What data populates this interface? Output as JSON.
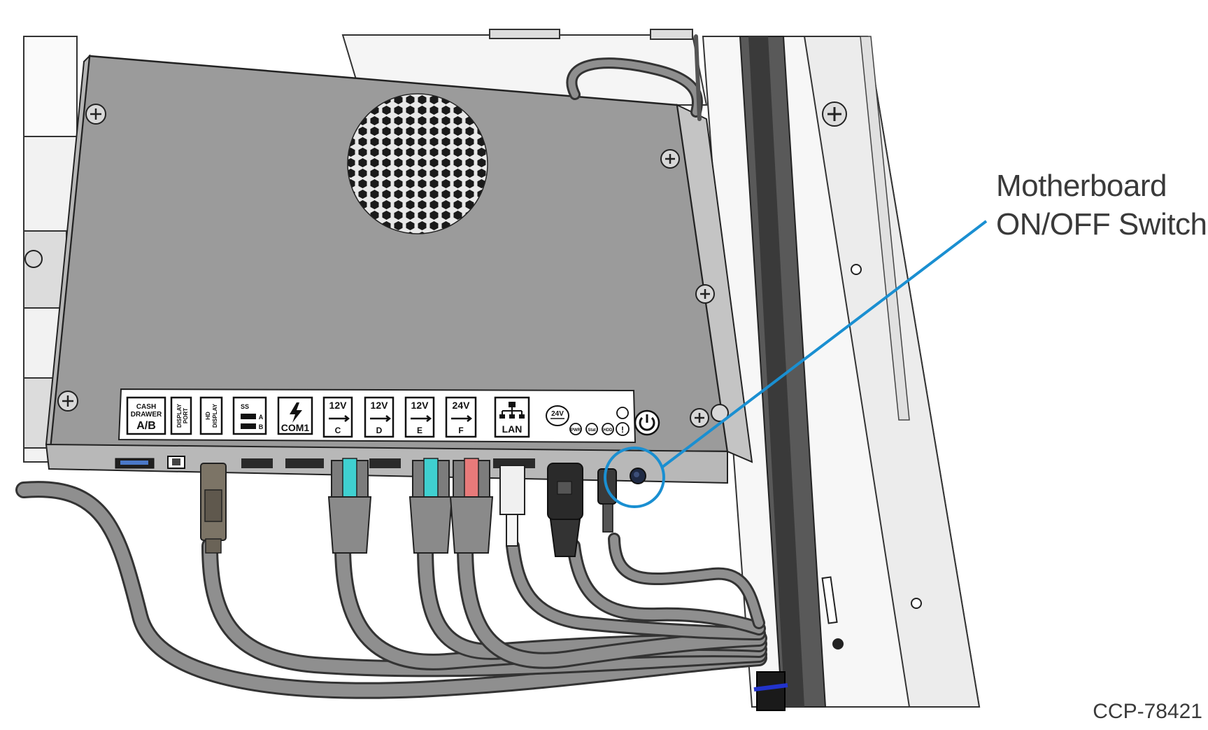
{
  "callout": {
    "line1": "Motherboard",
    "line2": "ON/OFF Switch"
  },
  "figure_id": "CCP-78421",
  "port_labels": {
    "cash_drawer": [
      "CASH",
      "DRAWER",
      "A/B"
    ],
    "display_port": [
      "DISPLAY",
      "PORT"
    ],
    "hd_display": [
      "HD",
      "DISPLAY"
    ],
    "usb_ss": [
      "SS",
      "A",
      "B"
    ],
    "com": "COM1",
    "usb_c": [
      "12V",
      "C"
    ],
    "usb_d": [
      "12V",
      "D"
    ],
    "usb_e": [
      "12V",
      "E"
    ],
    "usb_f": [
      "24V",
      "F"
    ],
    "lan": "LAN",
    "power_in": "24V",
    "leds": [
      "PWR",
      "Stat",
      "HDD",
      "!"
    ]
  },
  "colors": {
    "chassis": "#9b9b9b",
    "callout_line": "#1a8fd1",
    "connector_cyan": "#3fd0d0",
    "connector_red": "#e87a7a",
    "cable_gray": "#8f8f8f",
    "tie_blue": "#2233cc"
  },
  "icons": [
    "fan-grille",
    "screw-icon",
    "power-switch-icon",
    "usb-icon",
    "lan-icon"
  ]
}
